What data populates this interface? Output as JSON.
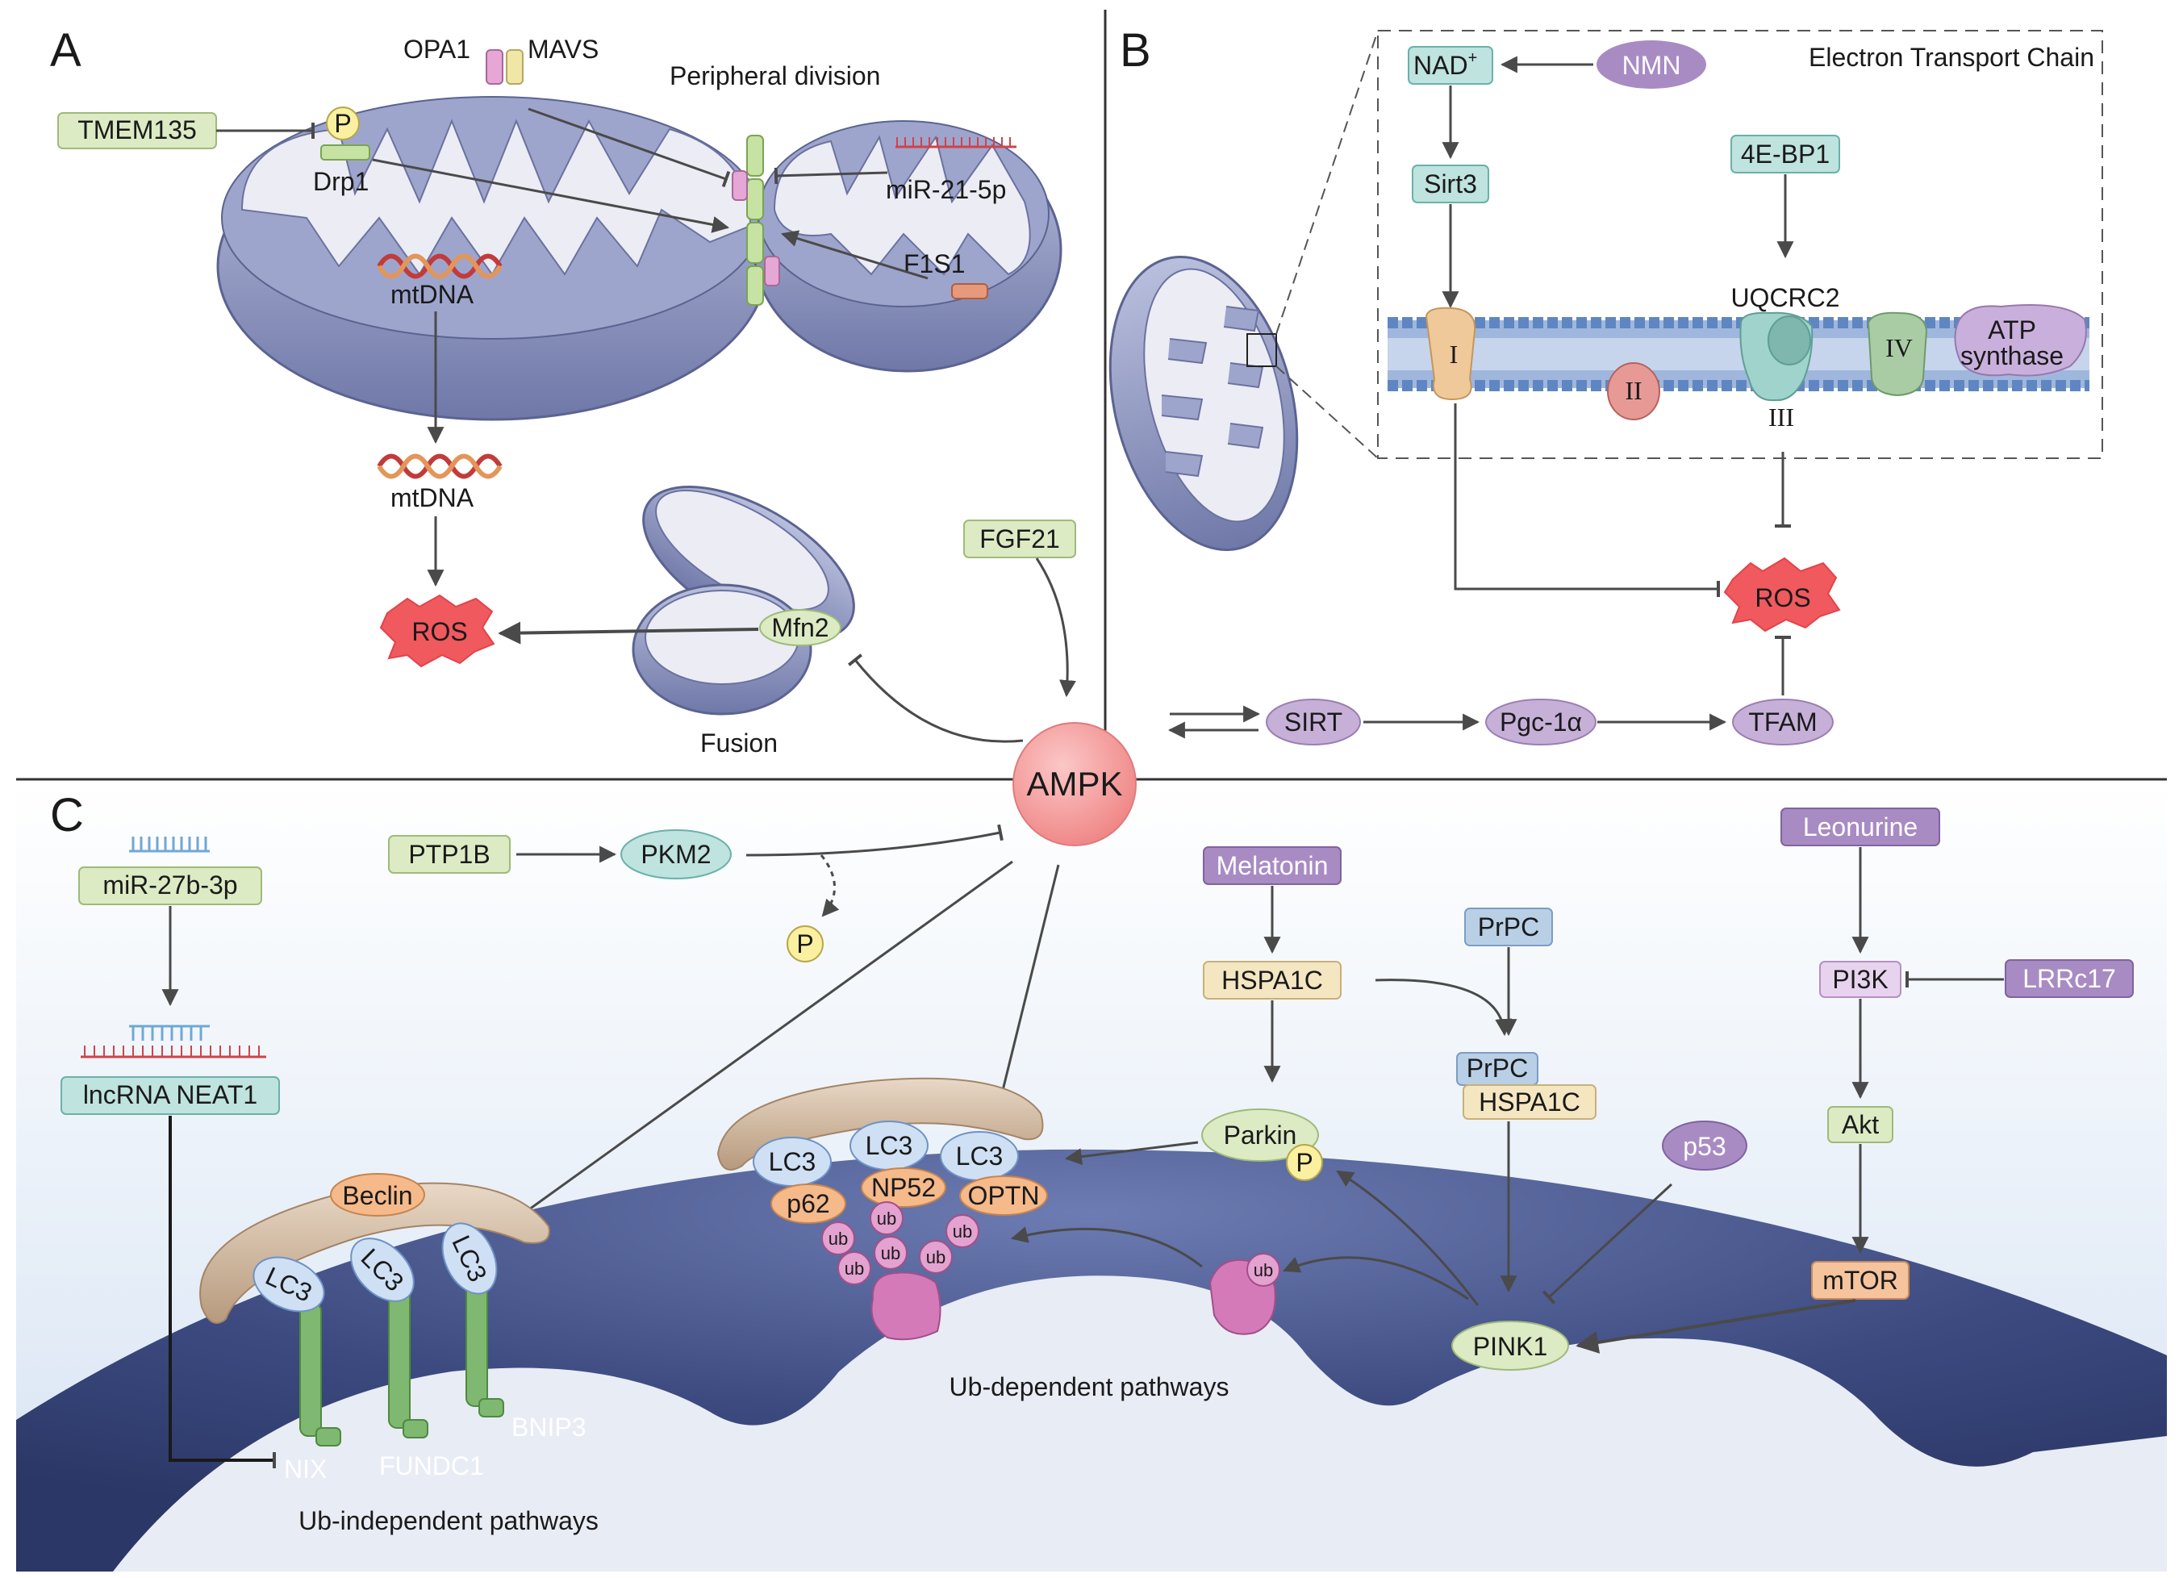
{
  "panels": {
    "a": "A",
    "b": "B",
    "c": "C"
  },
  "panel_a": {
    "opa1": "OPA1",
    "mavs": "MAVS",
    "peripheral_division": "Peripheral division",
    "tmem135": "TMEM135",
    "phospho": "P",
    "drp1": "Drp1",
    "mir21": "miR-21-5p",
    "f1s1": "F1S1",
    "mtdna_1": "mtDNA",
    "mtdna_2": "mtDNA",
    "ros": "ROS",
    "mfn2": "Mfn2",
    "fusion": "Fusion",
    "fgf21": "FGF21"
  },
  "panel_b": {
    "nad_base": "NAD",
    "nad_sup": "+",
    "nmn": "NMN",
    "etc_title": "Electron Transport Chain",
    "sirt3": "Sirt3",
    "ebp1": "4E-BP1",
    "uqcrc2": "UQCRC2",
    "complex_1": "I",
    "complex_2": "II",
    "complex_3": "III",
    "complex_4": "IV",
    "atp_1": "ATP",
    "atp_2": "synthase",
    "ros": "ROS",
    "sirt": "SIRT",
    "pgc1a": "Pgc-1α",
    "tfam": "TFAM"
  },
  "ampk": "AMPK",
  "panel_c": {
    "mir27b": "miR-27b-3p",
    "ptp1b": "PTP1B",
    "pkm2": "PKM2",
    "phospho": "P",
    "lncrna": "lncRNA NEAT1",
    "melatonin": "Melatonin",
    "hspa1c": "HSPA1C",
    "prpc": "PrPC",
    "prpc_2": "PrPC",
    "hspa1c_2": "HSPA1C",
    "parkin": "Parkin",
    "parkin_p": "P",
    "p53": "p53",
    "leonurine": "Leonurine",
    "pi3k": "PI3K",
    "lrrc17": "LRRc17",
    "akt": "Akt",
    "mtor": "mTOR",
    "pink1": "PINK1",
    "beclin": "Beclin",
    "lc3": "LC3",
    "p62": "p62",
    "np52": "NP52",
    "optn": "OPTN",
    "ub": "ub",
    "nix": "NIX",
    "fundc1": "FUNDC1",
    "bnip3": "BNIP3",
    "ub_independent": "Ub-independent pathways",
    "ub_dependent": "Ub-dependent pathways"
  },
  "colors": {
    "green_box": "#dcebc4",
    "teal_box": "#bfe3df",
    "purple_box": "#a98bc4",
    "purple_ellipse": "#c7b0d8",
    "ros": "#f0595e",
    "ampk": "#f59a9a",
    "mito_body": "#8d95bd",
    "nucleus": "#3f4d82"
  }
}
